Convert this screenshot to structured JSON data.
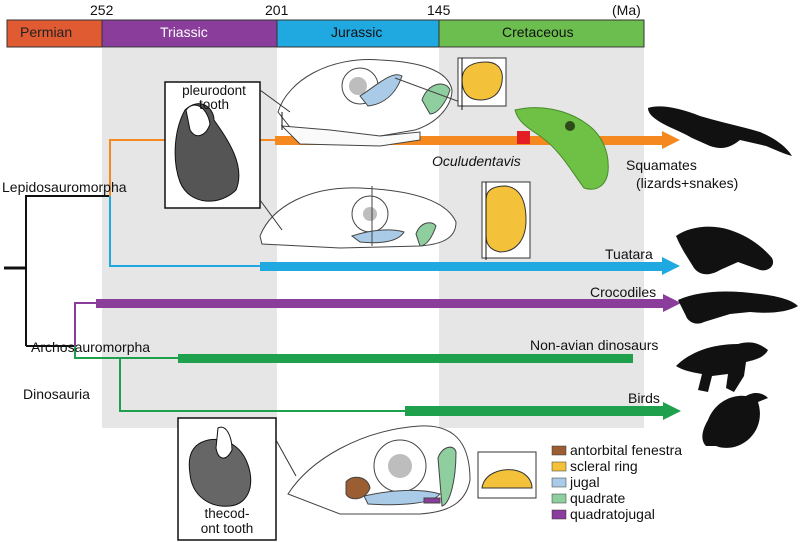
{
  "timescale": {
    "unit": "(Ma)",
    "ticks": [
      "252",
      "201",
      "145"
    ],
    "periods": [
      {
        "name": "Permian",
        "color": "#e05a32"
      },
      {
        "name": "Triassic",
        "color": "#8a3d9b"
      },
      {
        "name": "Jurassic",
        "color": "#20a8e0"
      },
      {
        "name": "Cretaceous",
        "color": "#6cbf4e"
      }
    ]
  },
  "clades": {
    "lepidosauromorpha": "Lepidosauromorpha",
    "archosauromorpha": "Archosauromorpha",
    "dinosauria": "Dinosauria"
  },
  "taxa": {
    "squamates_line1": "Squamates",
    "squamates_line2": "(lizards+snakes)",
    "oculudentavis": "Oculudentavis",
    "tuatara": "Tuatara",
    "crocodiles": "Crocodiles",
    "non_avian": "Non-avian dinosaurs",
    "birds": "Birds"
  },
  "tooth_labels": {
    "pleurodont_line1": "pleurodont",
    "pleurodont_line2": "tooth",
    "thecodont_line1": "thecod-",
    "thecodont_line2": "ont tooth"
  },
  "legend": [
    {
      "label": "antorbital fenestra",
      "color": "#9a5e32"
    },
    {
      "label": "scleral ring",
      "color": "#f3c13a"
    },
    {
      "label": "jugal",
      "color": "#a9cbe8"
    },
    {
      "label": "quadrate",
      "color": "#8fcf9f"
    },
    {
      "label": "quadratojugal",
      "color": "#8a3d9b"
    }
  ],
  "colors": {
    "squamate_line": "#f5891f",
    "tuatara_line": "#20a8e0",
    "croc_line": "#8a3d9b",
    "dino_line": "#1fa04c",
    "oculudentavis_marker": "#e31e24",
    "shade": "#e6e6e6"
  },
  "icons": [
    "lizard-silhouette",
    "tuatara-silhouette",
    "crocodile-silhouette",
    "dinosaur-silhouette",
    "bird-silhouette",
    "anole-head-photo"
  ]
}
